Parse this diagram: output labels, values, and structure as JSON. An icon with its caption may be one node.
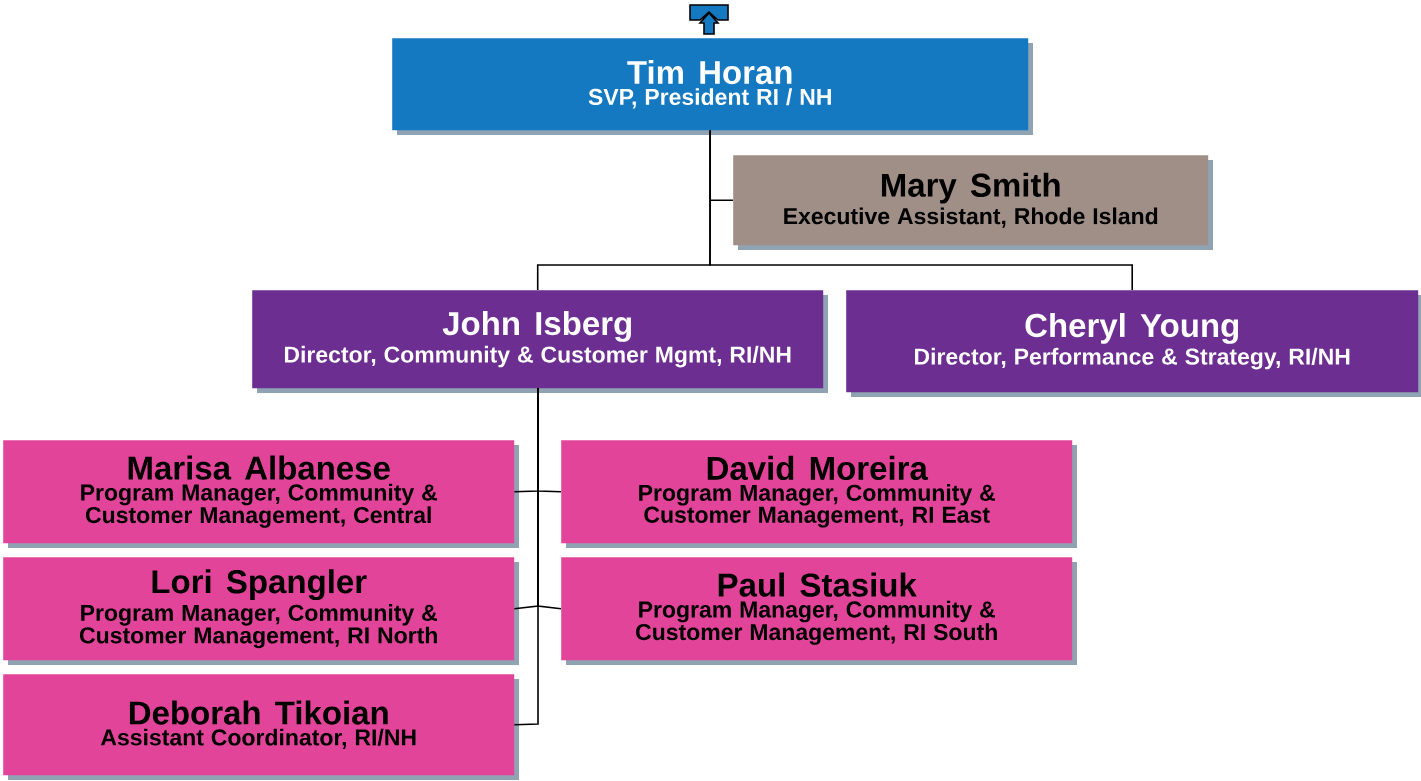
{
  "diagram": {
    "nodes": [
      {
        "text": [
          "Tim Horan",
          "SVP, President RI / NH"
        ]
      },
      {
        "text": [
          "Mary Smith",
          "Executive Assistant, Rhode Island"
        ]
      },
      {
        "text": [
          "John Isberg",
          "Director, Community & Customer Mgmt, RI/NH"
        ]
      },
      {
        "text": [
          "Cheryl Young",
          "Director, Performance & Strategy, RI/NH"
        ]
      },
      {
        "text": [
          "Marisa Albanese",
          "Program Manager, Community & Customer Management, Central"
        ]
      },
      {
        "text": [
          "David Moreira",
          "Program Manager, Community & Customer Management, RI East"
        ]
      },
      {
        "text": [
          "Lori Spangler",
          "Program Manager, Community & Customer Management, RI North"
        ]
      },
      {
        "text": [
          "Paul Stasiuk",
          "Program Manager, Community & Customer Management, RI South"
        ]
      },
      {
        "text": [
          "Deborah Tikoian",
          "Assistant Coordinator, RI/NH"
        ]
      }
    ],
    "edges": [
      {
        "from": 0,
        "to": 1,
        "arrow": "none"
      },
      {
        "from": 0,
        "to": 2,
        "arrow": "none"
      },
      {
        "from": 0,
        "to": 3,
        "arrow": "none"
      },
      {
        "from": 2,
        "to": 4,
        "arrow": "none"
      },
      {
        "from": 2,
        "to": 5,
        "arrow": "none"
      },
      {
        "from": 2,
        "to": 6,
        "arrow": "none"
      },
      {
        "from": 2,
        "to": 7,
        "arrow": "none"
      },
      {
        "from": 2,
        "to": 8,
        "arrow": "none"
      }
    ]
  }
}
